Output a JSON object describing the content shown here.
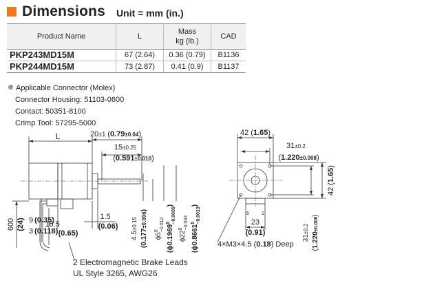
{
  "header": {
    "title": "Dimensions",
    "unit": "Unit = mm (in.)"
  },
  "table": {
    "headers": {
      "name": "Product Name",
      "l": "L",
      "mass_1": "Mass",
      "mass_2": "kg (lb.)",
      "cad": "CAD"
    },
    "rows": [
      {
        "name": "PKP243MD15M",
        "l": "67 (2.64)",
        "mass": "0.36 (0.79)",
        "cad": "B1136"
      },
      {
        "name": "PKP244MD15M",
        "l": "73 (2.87)",
        "mass": "0.41 (0.9)",
        "cad": "B1137"
      }
    ]
  },
  "connector": {
    "title": "Applicable Connector (Molex)",
    "housing": "Connector Housing: 51103-0600",
    "contact": "Contact: 50351-8100",
    "crimp": "Crimp Tool: 57295-5000"
  },
  "side_view": {
    "l": "L",
    "dim_20_a": "20",
    "dim_20_b": "±1",
    "dim_20_c": " (",
    "dim_20_d": "0.79",
    "dim_20_e": "±0.04",
    "dim_20_f": ")",
    "dim_15_a": "15",
    "dim_15_b": "±0.25",
    "dim_15_in_a": "(",
    "dim_15_in_b": "0.591",
    "dim_15_in_c": "±0.010",
    "dim_15_in_d": ")",
    "dim_1_5": "1.5",
    "dim_1_5_in": "(0.06)",
    "dim_600": "600",
    "dim_600_in": "(24)",
    "dim_9": "9",
    "dim_9_in": "(0.35)",
    "dim_3": "3",
    "dim_3_in": "(0.118)",
    "dim_16_5": "16.5",
    "dim_16_5_in": "(0.65)",
    "dim_4_5": "4.5",
    "dim_4_5_tol": "±0.15",
    "dim_4_5_in": "(0.177",
    "dim_4_5_in_tol": "±0.006",
    "dim_4_5_in_end": ")",
    "dim_phi5": "ϕ5",
    "dim_phi5_tol_top": "0",
    "dim_phi5_tol_bot": "−0.012",
    "dim_phi5_in": "(ϕ0.1969",
    "dim_phi5_in_tol_top": "0",
    "dim_phi5_in_tol_bot": "−0.0005",
    "dim_phi5_in_end": ")",
    "dim_phi22": "ϕ22",
    "dim_phi22_tol_top": "0",
    "dim_phi22_tol_bot": "−0.033",
    "dim_phi22_in": "(ϕ0.8661",
    "dim_phi22_in_tol_top": "0",
    "dim_phi22_in_tol_bot": "−0.0013",
    "dim_phi22_in_end": ")",
    "leads_1": "2 Electromagnetic Brake Leads",
    "leads_2": "UL Style 3265, AWG26"
  },
  "front_view": {
    "dim_42_a": "42 (",
    "dim_42_b": "1.65",
    "dim_42_c": ")",
    "dim_31_a": "31",
    "dim_31_b": "±0.2",
    "dim_31_in_a": "(",
    "dim_31_in_b": "1.220",
    "dim_31_in_c": "±0.008",
    "dim_31_in_d": ")",
    "dim_42v_a": "42 (",
    "dim_42v_b": "1.65",
    "dim_42v_c": ")",
    "dim_31v_a": "31",
    "dim_31v_b": "±0.2",
    "dim_31v_in_a": "(",
    "dim_31v_in_b": "1.220",
    "dim_31v_in_c": "±0.008",
    "dim_31v_in_d": ")",
    "dim_23": "23",
    "dim_23_in": "(0.91)",
    "pin_6": "6",
    "pin_1": "1",
    "holes_a": "4×M3×4.5 (",
    "holes_b": "0.18",
    "holes_c": ") Deep"
  }
}
